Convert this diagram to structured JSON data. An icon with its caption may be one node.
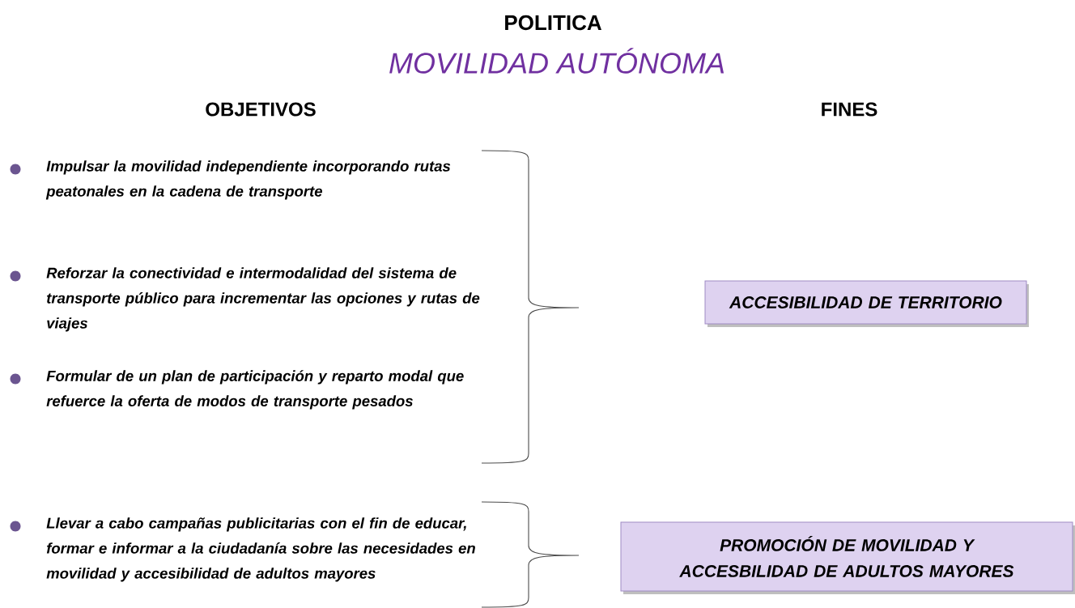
{
  "diagram": {
    "title": "POLITICA",
    "nodes": [
      {
        "text": [
          "ACCESIBILIDAD DE TERRITORIO"
        ]
      },
      {
        "text": [
          "PROMOCIÓN DE  MOVILIDAD Y ACCESBILIDAD DE ADULTOS MAYORES"
        ]
      }
    ],
    "labels": [
      "MOVILIDAD AUTÓNOMA",
      "OBJETIVOS",
      "FINES",
      "Impulsar la movilidad independiente incorporando rutas peatonales en la cadena de transporte",
      "Reforzar la conectividad e intermodalidad del sistema de transporte público para incrementar las opciones y rutas de viajes",
      "Formular de un plan de participación y reparto modal que refuerce la oferta de modos de transporte pesados",
      "Llevar a cabo campañas publicitarias con el fin de educar, formar e informar a la ciudadanía sobre las necesidades en movilidad y accesibilidad de adultos mayores"
    ]
  }
}
